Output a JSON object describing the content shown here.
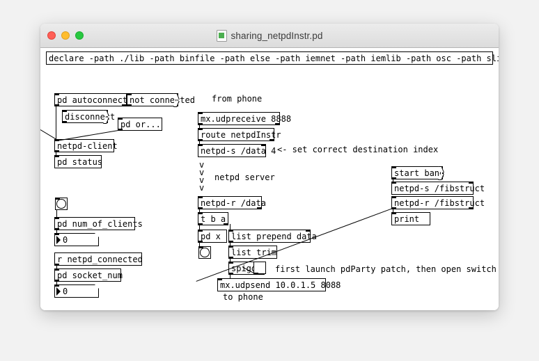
{
  "window": {
    "title": "sharing_netpdInstr.pd",
    "icon": "pd-document-icon",
    "controls": {
      "close": "close",
      "minimize": "minimize",
      "maximize": "maximize"
    }
  },
  "patch": {
    "declare": "declare -path ./lib -path binfile -path else -path iemnet -path iemlib -path osc -path slip -path zexy",
    "objects": {
      "pd_autoconnect": "pd autoconnect",
      "msg_not_connected": "not connected",
      "msg_disconnect": "disconnect",
      "pd_or": "pd or...",
      "netpd_client": "netpd-client",
      "pd_status": "pd status",
      "bng_clients": "bang",
      "pd_num_of_clients": "pd num_of_clients",
      "num_clients_value": "0",
      "r_netpd_connected": "r netpd_connected",
      "pd_socket_num": "pd socket_num",
      "num_socket_value": "0",
      "comment_from_phone": "from phone",
      "mx_udpreceive": "mx.udpreceive 8888",
      "route_netpdinstr": "route netpdInstr",
      "netpd_s_data": "netpd-s /data 4",
      "comment_dest_index": "<- set correct destination index",
      "arrow_glyphs": [
        "v",
        "v",
        "v",
        "v"
      ],
      "comment_netpd_server": "netpd server",
      "netpd_r_data": "netpd-r /data",
      "t_b_a": "t b a",
      "pd_x": "pd x",
      "list_prepend_data": "list prepend data",
      "bng_x": "bang",
      "list_trim": "list trim",
      "spigot": "spigot",
      "tgl_spigot": "toggle",
      "comment_pdparty": "first launch pdParty patch, then open switch",
      "mx_udpsend": "mx.udpsend 10.0.1.5 8088",
      "comment_to_phone": "to phone",
      "msg_start_bang": "start bang",
      "netpd_s_fibstruct": "netpd-s /fibstruct",
      "netpd_r_fibstruct": "netpd-r /fibstruct",
      "print": "print"
    }
  }
}
